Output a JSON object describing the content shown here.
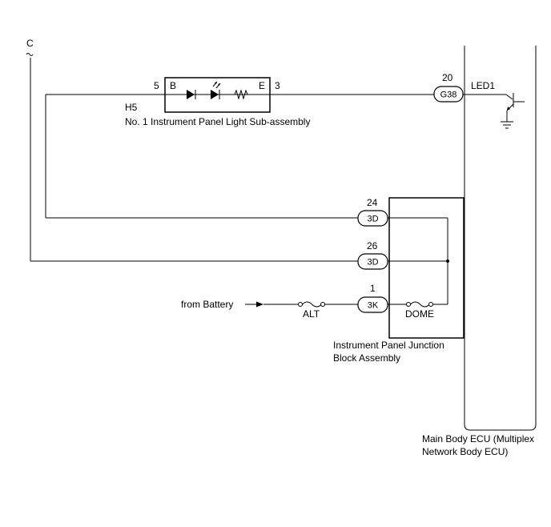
{
  "diagram": {
    "line_color": "#000000",
    "background": "#ffffff",
    "continuation_marker": "C",
    "instrument_light": {
      "pin_left_number": "5",
      "pin_left_name": "B",
      "pin_right_name": "E",
      "pin_right_number": "3",
      "connector_code": "H5",
      "name": "No. 1 Instrument Panel Light Sub-assembly"
    },
    "main_body_ecu": {
      "pin_number": "20",
      "connector": "G38",
      "output_label": "LED1",
      "name_line1": "Main Body ECU (Multiplex",
      "name_line2": "Network Body ECU)"
    },
    "junction_block": {
      "pins": [
        {
          "number": "24",
          "connector": "3D"
        },
        {
          "number": "26",
          "connector": "3D"
        },
        {
          "number": "1",
          "connector": "3K"
        }
      ],
      "internal_fuse": "DOME",
      "name_line1": "Instrument Panel Junction",
      "name_line2": "Block Assembly"
    },
    "battery": {
      "label": "from Battery",
      "fuse": "ALT"
    }
  }
}
